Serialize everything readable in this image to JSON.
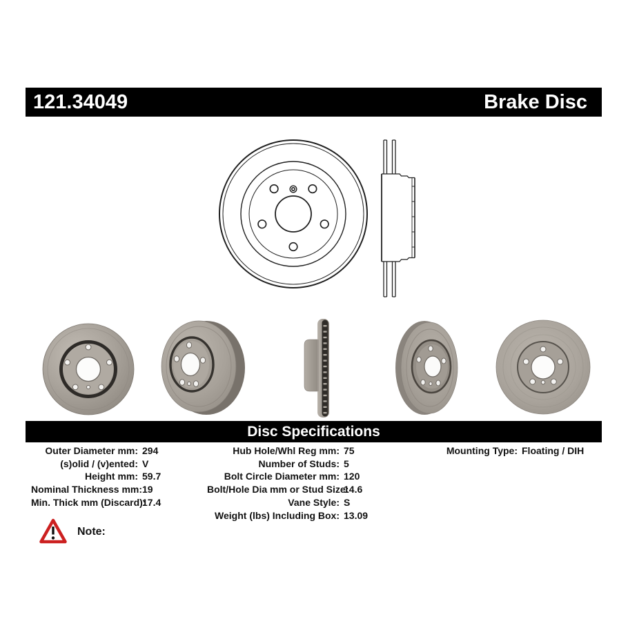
{
  "header": {
    "part_number": "121.34049",
    "product_name": "Brake Disc"
  },
  "spec_section": {
    "title": "Disc Specifications"
  },
  "specs": {
    "left": [
      {
        "label": "Outer Diameter mm:",
        "value": "294"
      },
      {
        "label": "(s)olid / (v)ented:",
        "value": "V"
      },
      {
        "label": "Height mm:",
        "value": "59.7"
      },
      {
        "label": "Nominal Thickness mm:",
        "value": "19"
      },
      {
        "label": "Min. Thick mm (Discard):",
        "value": "17.4"
      }
    ],
    "middle": [
      {
        "label": "Hub Hole/Whl Reg mm:",
        "value": "75"
      },
      {
        "label": "Number of Studs:",
        "value": "5"
      },
      {
        "label": "Bolt Circle Diameter mm:",
        "value": "120"
      },
      {
        "label": "Bolt/Hole Dia mm or Stud Size:",
        "value": "14.6"
      },
      {
        "label": "Vane Style:",
        "value": "S"
      },
      {
        "label": "Weight (lbs) Including Box:",
        "value": "13.09"
      }
    ],
    "right": [
      {
        "label": "Mounting Type:",
        "value": "Floating / DIH"
      }
    ]
  },
  "note": {
    "label": "Note:"
  },
  "figures": {
    "drawing_front": "front-view-line-drawing",
    "drawing_side": "cross-section-line-drawing",
    "photos": [
      "front-view",
      "angled-hub-side-view",
      "edge-profile-view",
      "angled-back-side-view",
      "back-view"
    ]
  },
  "colors": {
    "bar_bg": "#000000",
    "bar_text": "#ffffff",
    "body_text": "#111111",
    "warning_red": "#cc2020",
    "drawing_stroke": "#1f1f1f",
    "disc_gray": "#a49e96",
    "background": "#ffffff"
  }
}
